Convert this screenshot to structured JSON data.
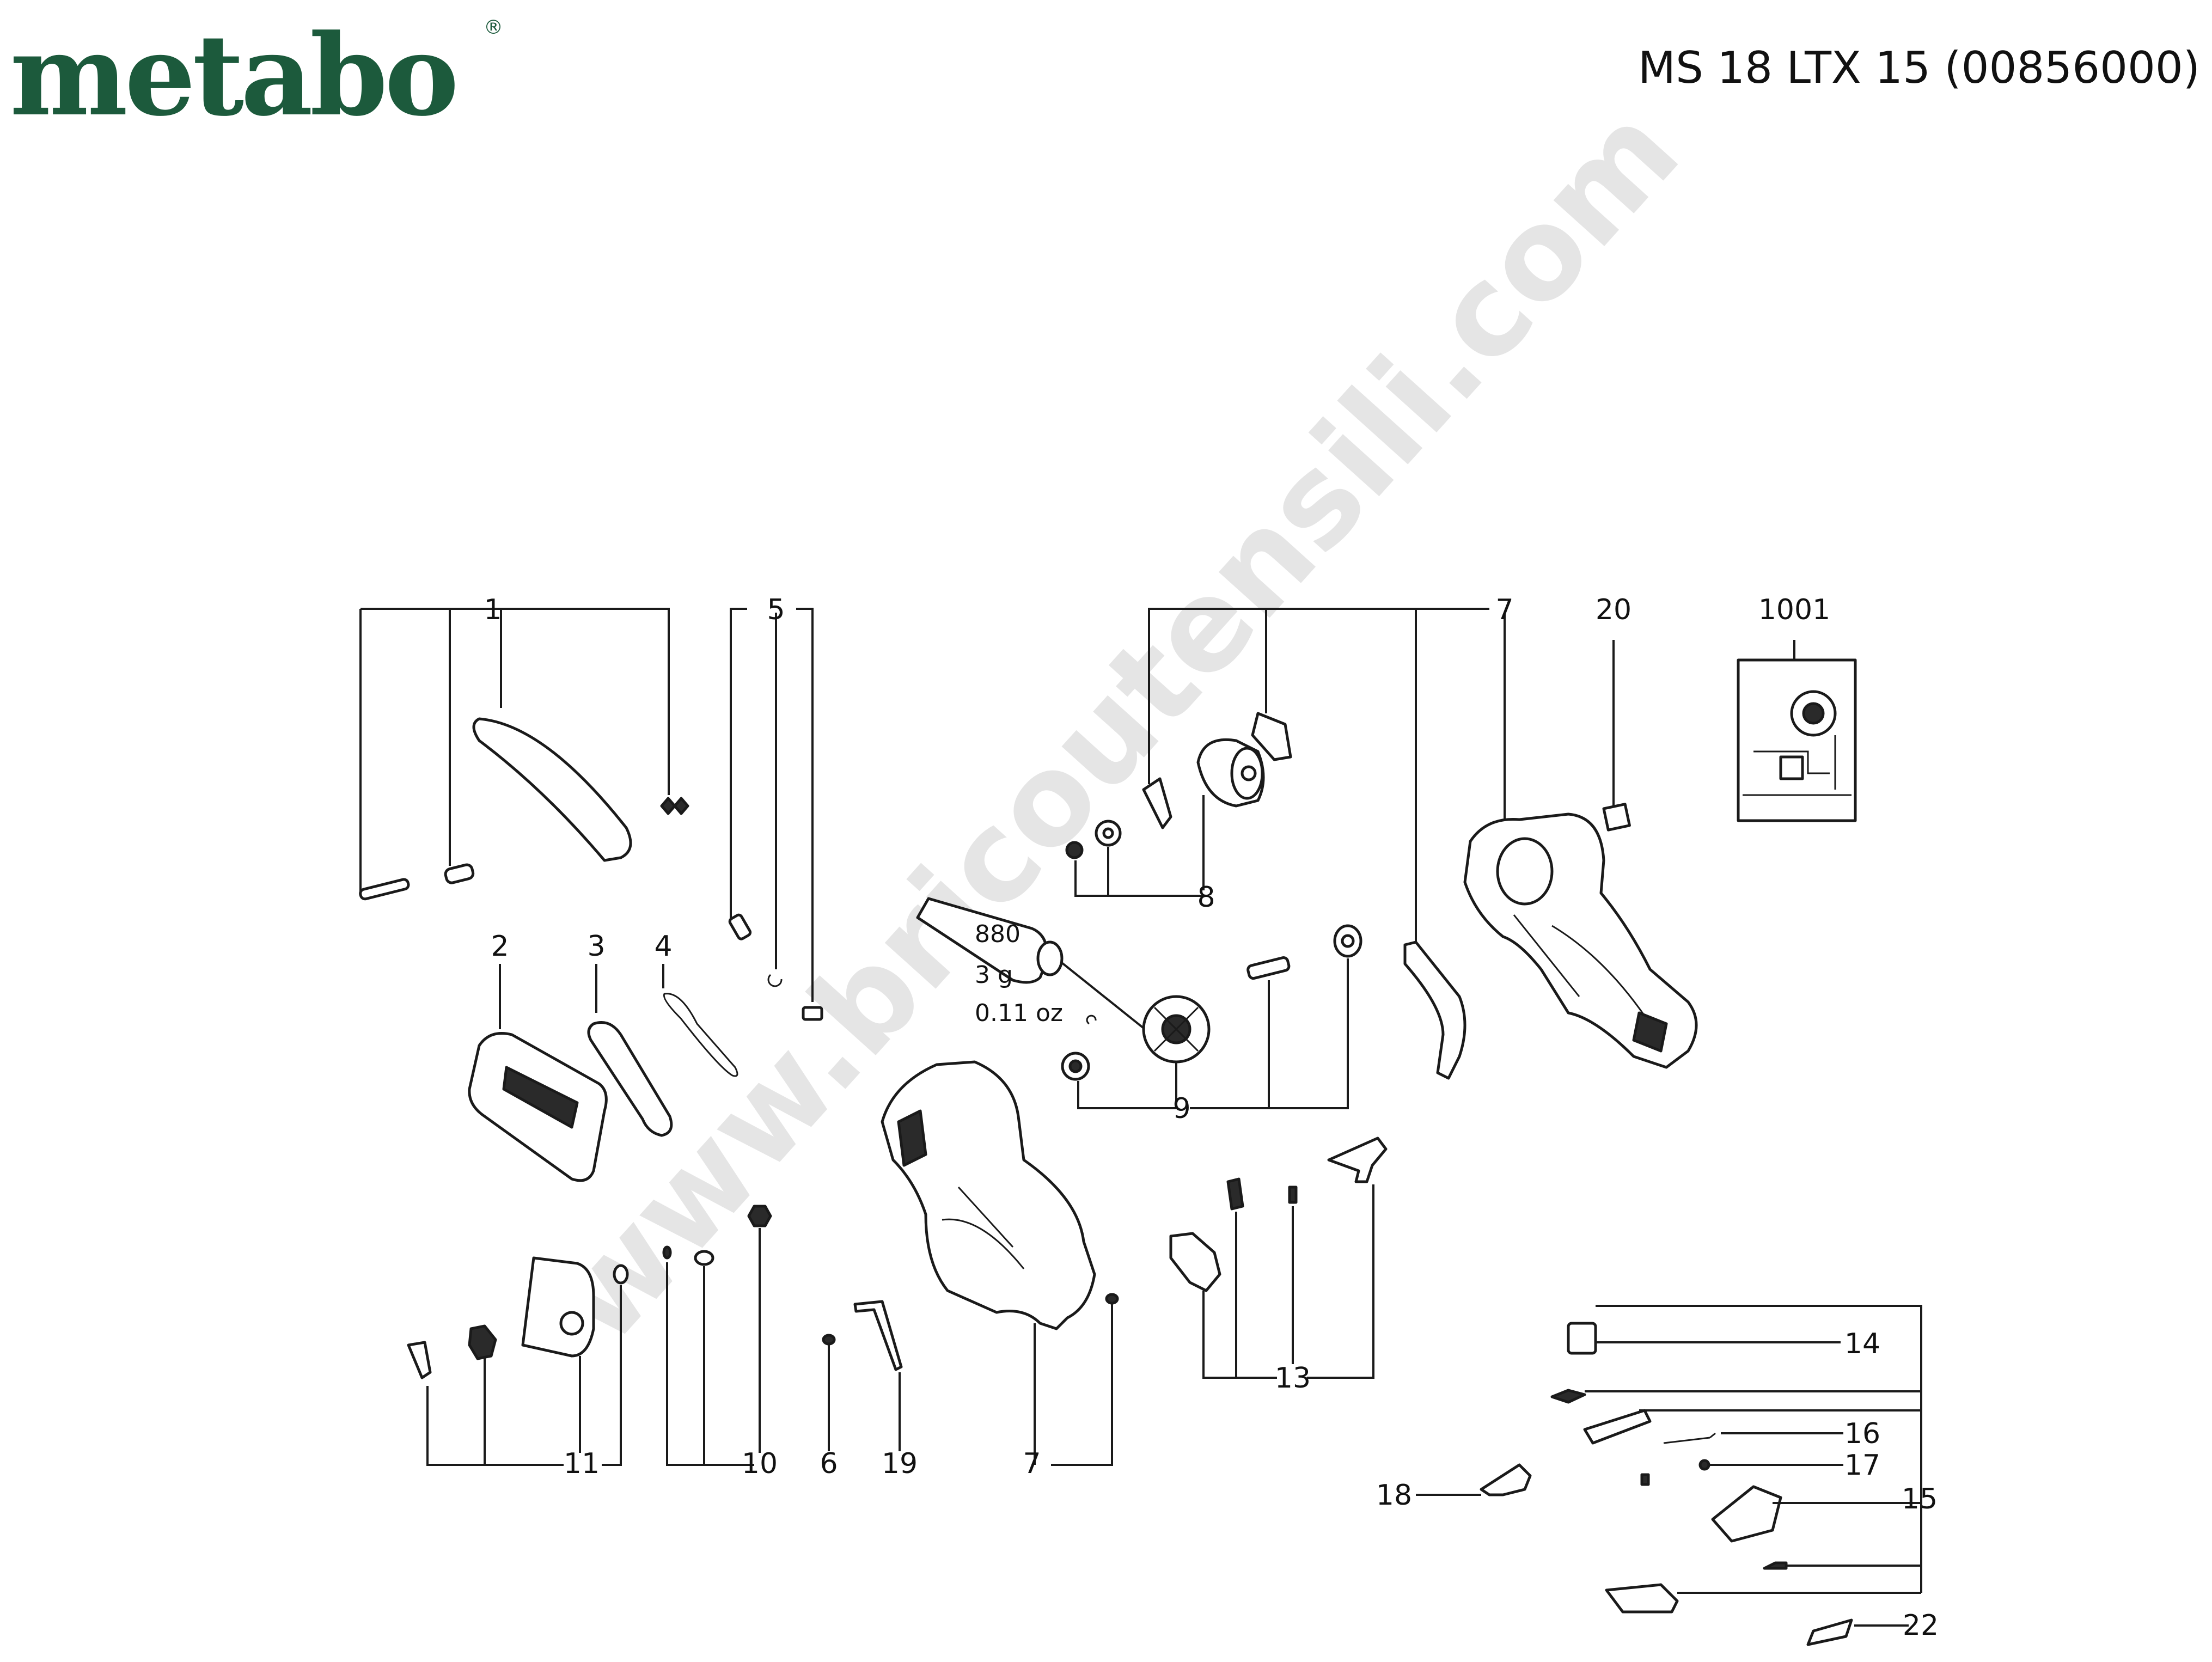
{
  "header": {
    "brand": "metabo",
    "registered_mark": "®",
    "model": "MS 18 LTX 15 (00856000)"
  },
  "watermark": "www.bricoutensili.com",
  "callouts": [
    "1",
    "2",
    "3",
    "4",
    "5",
    "6",
    "7",
    "7",
    "7",
    "8",
    "9",
    "10",
    "11",
    "13",
    "14",
    "15",
    "16",
    "17",
    "18",
    "19",
    "20",
    "22",
    "1001"
  ],
  "grease_tube": {
    "code": "880",
    "weight_g": "3 g",
    "weight_oz": "0.11 oz"
  },
  "colors": {
    "brand_green": "#1c5a3c",
    "ink": "#1a1a1a"
  }
}
